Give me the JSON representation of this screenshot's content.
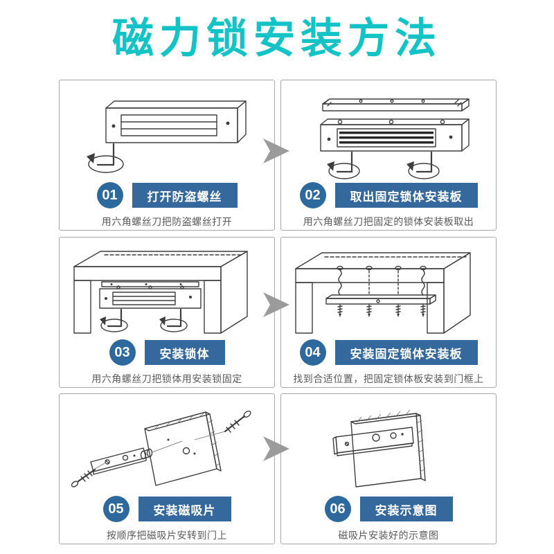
{
  "title": "磁力锁安装方法",
  "colors": {
    "title_teal": "#14c3c6",
    "step_blue": "#32699e",
    "arrow_gray": "#9b9b9b",
    "drawing_line": "#3d3d3d",
    "panel_border": "#a8a8a8"
  },
  "icons": {
    "next_arrow": "arrowhead-right"
  },
  "steps": [
    {
      "num": "01",
      "title": "打开防盗螺丝",
      "desc": "用六角螺丝刀把防盗螺丝打开",
      "alt": "maglock-body-with-allen-key"
    },
    {
      "num": "02",
      "title": "取出固定锁体安装板",
      "desc": "用六角螺丝刀把固定的锁体安装板取出",
      "alt": "mounting-plate-removed-from-lock"
    },
    {
      "num": "03",
      "title": "安装锁体",
      "desc": "用六角螺丝刀把锁体用安装锁固定",
      "alt": "lock-body-fixed-under-door-frame"
    },
    {
      "num": "04",
      "title": "安装固定锁体安装板",
      "desc": "找到合适位置，把固定锁体板安装到门框上",
      "alt": "mounting-plate-screwed-to-door-frame"
    },
    {
      "num": "05",
      "title": "安装磁吸片",
      "desc": "按顺序把磁吸片安转到门上",
      "alt": "armature-plate-exploded-view-on-door"
    },
    {
      "num": "06",
      "title": "安装示意图",
      "desc": "磁吸片安装好的示意图",
      "alt": "armature-plate-installed-on-door"
    }
  ]
}
